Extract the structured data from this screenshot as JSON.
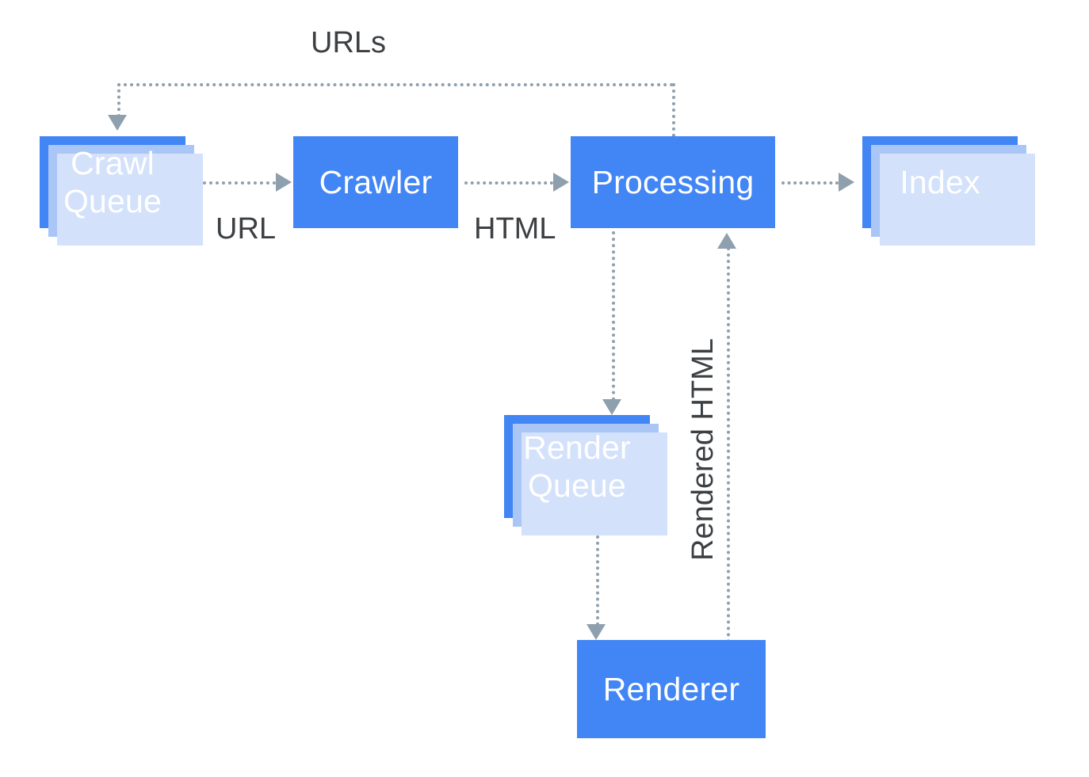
{
  "diagram": {
    "title": "Crawl, Render and Index pipeline",
    "background_color": "#ffffff",
    "node_color": "#4285f4",
    "node_text_color": "#ffffff",
    "shadow_mid_color": "#a9c6f7",
    "shadow_outer_color": "#d3e1fb",
    "connector_color": "#8e9fad",
    "label_text_color": "#3c4043",
    "connector_style": "dotted"
  },
  "nodes": [
    {
      "id": "crawl-queue",
      "label": "Crawl\nQueue",
      "stacked": true
    },
    {
      "id": "crawler",
      "label": "Crawler",
      "stacked": false
    },
    {
      "id": "processing",
      "label": "Processing",
      "stacked": false
    },
    {
      "id": "index",
      "label": "Index",
      "stacked": true
    },
    {
      "id": "render-queue",
      "label": "Render\nQueue",
      "stacked": true
    },
    {
      "id": "renderer",
      "label": "Renderer",
      "stacked": false
    }
  ],
  "edges": [
    {
      "id": "urls",
      "label": "URLs",
      "from": "processing",
      "to": "crawl-queue",
      "orientation": "horizontal"
    },
    {
      "id": "url",
      "label": "URL",
      "from": "crawl-queue",
      "to": "crawler",
      "orientation": "horizontal"
    },
    {
      "id": "html",
      "label": "HTML",
      "from": "crawler",
      "to": "processing",
      "orientation": "horizontal"
    },
    {
      "id": "to-index",
      "label": "",
      "from": "processing",
      "to": "index",
      "orientation": "horizontal"
    },
    {
      "id": "to-renderqueue",
      "label": "",
      "from": "processing",
      "to": "render-queue",
      "orientation": "vertical"
    },
    {
      "id": "to-renderer",
      "label": "",
      "from": "render-queue",
      "to": "renderer",
      "orientation": "vertical"
    },
    {
      "id": "rendered-html",
      "label": "Rendered HTML",
      "from": "renderer",
      "to": "processing",
      "orientation": "vertical"
    }
  ]
}
